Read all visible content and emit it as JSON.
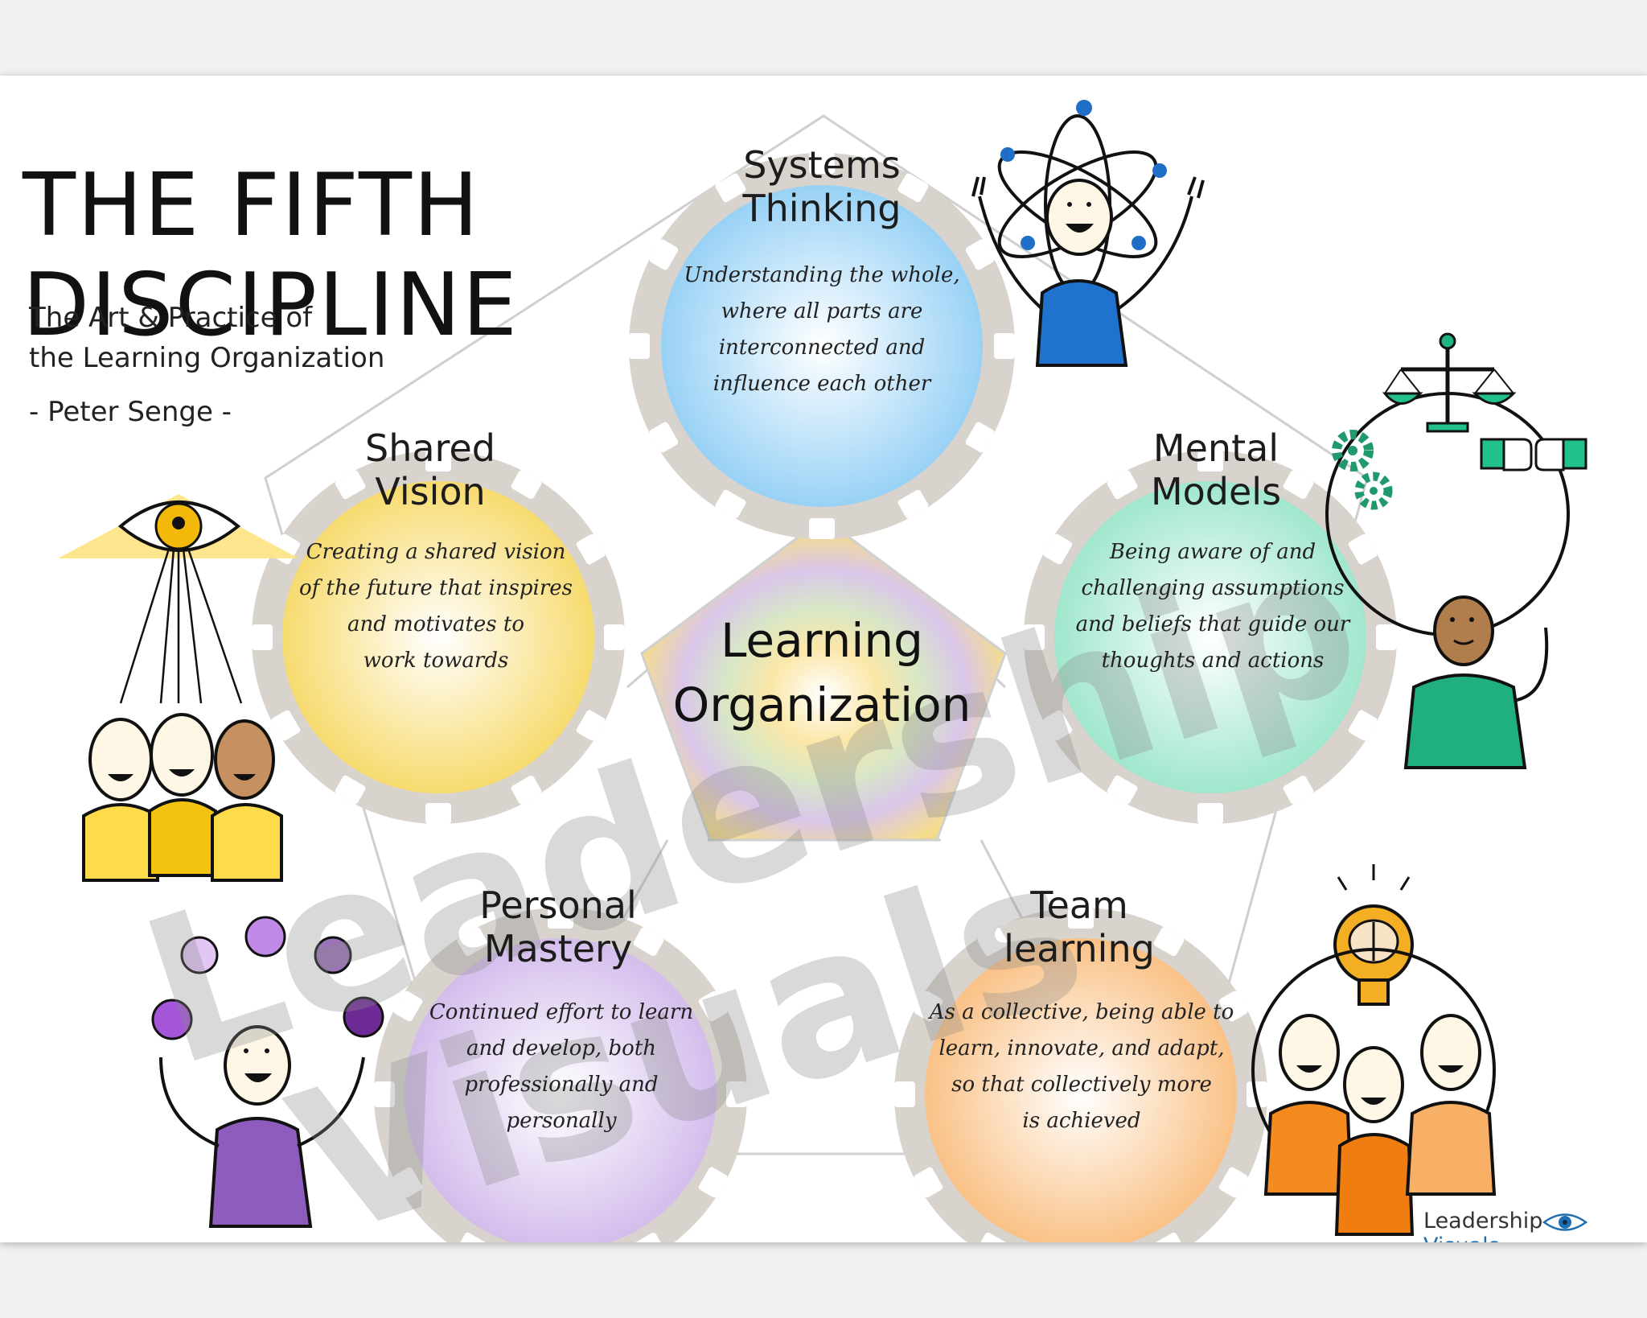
{
  "title_line1": "THE FIFTH",
  "title_line2": "DISCIPLINE",
  "subtitle_line1": "The Art & Practice of",
  "subtitle_line2": "the Learning Organization",
  "author": "- Peter Senge -",
  "center": {
    "line1": "Learning",
    "line2": "Organization"
  },
  "disciplines": {
    "systems": {
      "title1": "Systems",
      "title2": "Thinking",
      "desc": [
        "Understanding the whole,",
        "where all parts are",
        "interconnected and",
        "influence each other"
      ],
      "color": "#9fd3f5"
    },
    "vision": {
      "title1": "Shared",
      "title2": "Vision",
      "desc": [
        "Creating a shared vision",
        "of the future that inspires",
        "and motivates to",
        "work towards"
      ],
      "color": "#f7df75"
    },
    "mental": {
      "title1": "Mental",
      "title2": "Models",
      "desc": [
        "Being aware of and",
        "challenging assumptions",
        "and beliefs that guide our",
        "thoughts and actions"
      ],
      "color": "#a8ead3"
    },
    "mastery": {
      "title1": "Personal",
      "title2": "Mastery",
      "desc": [
        "Continued effort to learn",
        "and develop, both",
        "professionally and",
        "personally"
      ],
      "color": "#d7c2ee"
    },
    "team": {
      "title1": "Team",
      "title2": "learning",
      "desc": [
        "As a collective, being able to",
        "learn, innovate, and adapt,",
        "so that collectively more",
        "is achieved"
      ],
      "color": "#fbc992"
    }
  },
  "watermark": {
    "line1": "Leadership",
    "line2": "Visuals"
  },
  "brand": {
    "part1": "Leadership",
    "part2": "Visuals"
  }
}
